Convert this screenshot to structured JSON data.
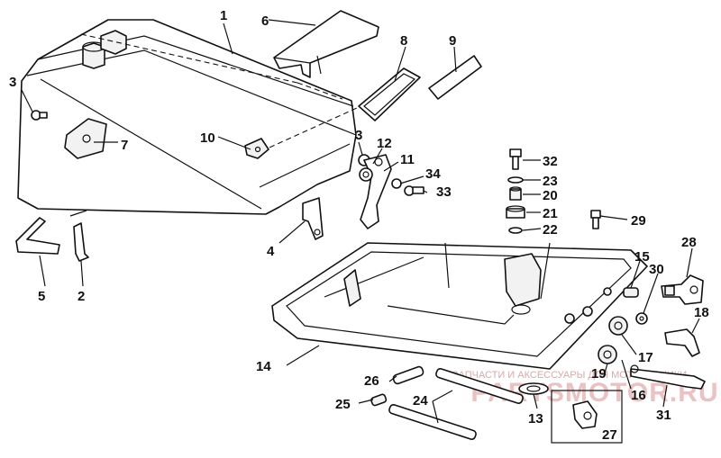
{
  "diagram": {
    "watermark": {
      "line1": "ЗАПЧАСТИ И АКСЕССУАРЫ ДЛЯ МОТОТЕХНИКИ",
      "line2": "PARTSMOTOR.RU",
      "color": "#e8c4c4"
    },
    "callouts": [
      "1",
      "2",
      "3",
      "3",
      "4",
      "5",
      "6",
      "7",
      "8",
      "9",
      "10",
      "11",
      "12",
      "13",
      "14",
      "15",
      "16",
      "17",
      "18",
      "19",
      "20",
      "21",
      "22",
      "23",
      "24",
      "25",
      "26",
      "27",
      "28",
      "29",
      "30",
      "31",
      "32",
      "33",
      "34"
    ]
  }
}
